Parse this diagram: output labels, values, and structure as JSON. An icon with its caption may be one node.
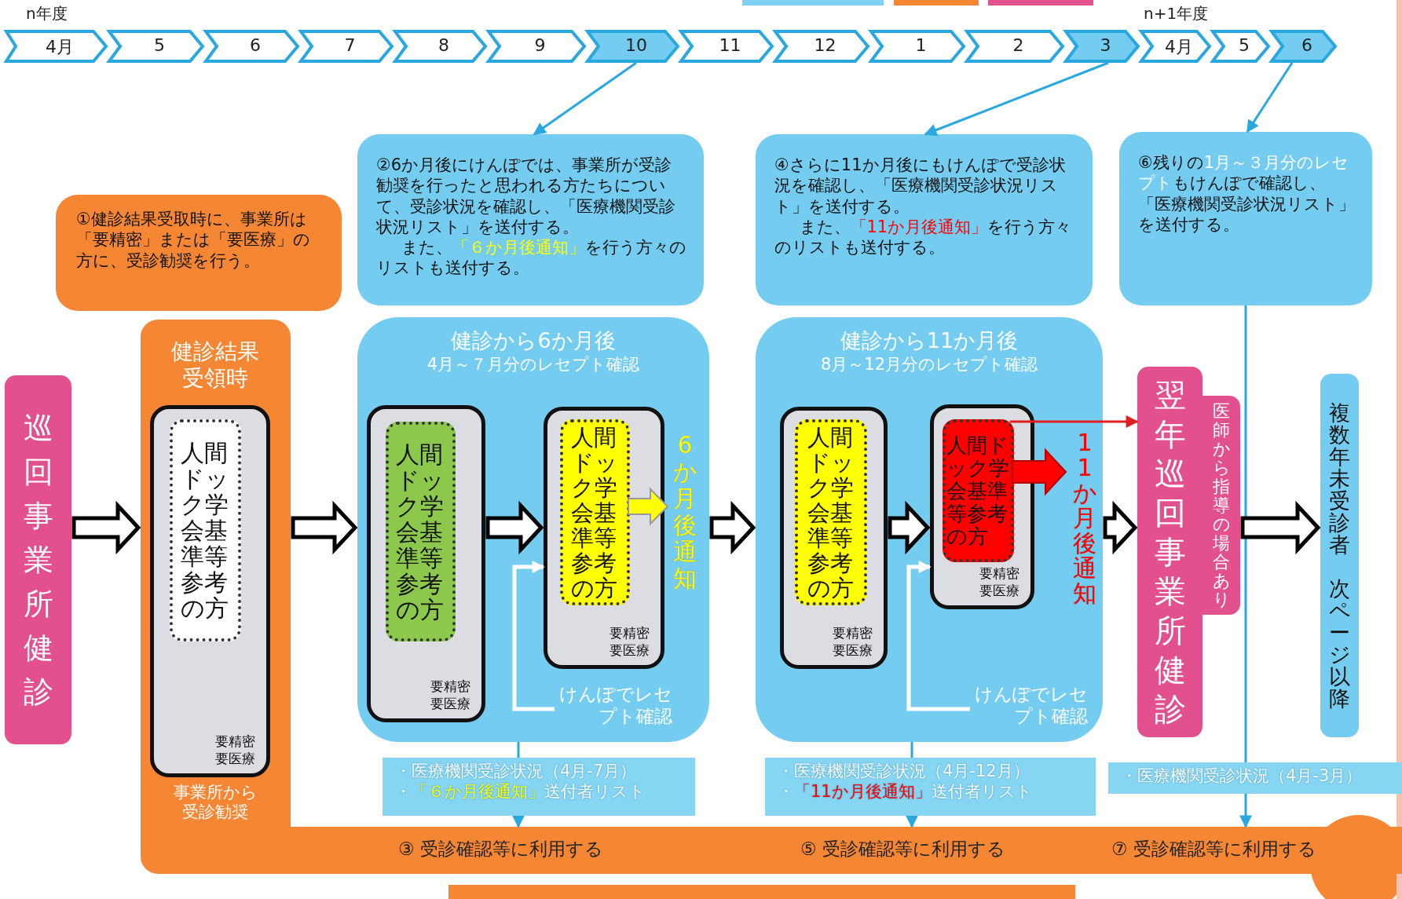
{
  "diagram": {
    "nodes": [
      {
        "text": [
          "4月"
        ]
      },
      {
        "text": [
          "5"
        ]
      },
      {
        "text": [
          "6"
        ]
      },
      {
        "text": [
          "7"
        ]
      },
      {
        "text": [
          "8"
        ]
      },
      {
        "text": [
          "9"
        ]
      },
      {
        "text": [
          "10"
        ]
      },
      {
        "text": [
          "11"
        ]
      },
      {
        "text": [
          "12"
        ]
      },
      {
        "text": [
          "1"
        ]
      },
      {
        "text": [
          "2"
        ]
      },
      {
        "text": [
          "3"
        ]
      },
      {
        "text": [
          "4月"
        ]
      },
      {
        "text": [
          "5"
        ]
      },
      {
        "text": [
          "6"
        ]
      },
      {
        "text": [
          "①健診結果受取時に、事業所は「要精密」または「要医療」の方に、受診勧奨を行う。"
        ]
      },
      {
        "text": [
          "②6か月後にけんぽでは、事業所が受診勧奨を行ったと思われる方たちについて、受診状況を確認し、「医療機関受診状況リスト」を送付する。",
          "また、",
          "「６か月後通知」",
          "を行う方々のリストも送付する。"
        ]
      },
      {
        "text": [
          "④さらに11か月後にもけんぽで受診状況を確認し、「医療機関受診状況リスト」を送付する。",
          "また、",
          "「11か月後通知」",
          "を行う方々のリストも送付する。"
        ]
      },
      {
        "text": [
          "⑥残りの",
          "1月～３月分のレセプト",
          "もけんぽで確認し、「医療機関受診状況リスト」を送付する。"
        ]
      },
      {
        "text": [
          "巡回事業所健診"
        ]
      },
      {
        "text": [
          "健診結果受領時",
          "事業所から受診勧奨"
        ]
      },
      {
        "text": [
          "要精密要医療"
        ],
        "in": 20
      },
      {
        "text": [
          "人間ドック学会基準等参考の方"
        ],
        "in": 21
      },
      {
        "text": [
          "健診から6か月後",
          "4月～７月分のレセプト確認"
        ]
      },
      {
        "text": [
          "要精密要医療"
        ],
        "in": 23
      },
      {
        "text": [
          "人間ドック学会基準等参考の方"
        ],
        "in": 24
      },
      {
        "text": [
          "要精密要医療"
        ],
        "in": 23
      },
      {
        "text": [
          "人間ドック学会基準等参考の方"
        ],
        "in": 26
      },
      {
        "text": [
          "6か月後通知"
        ],
        "in": 23
      },
      {
        "text": [
          "けんぽでレセプト確認"
        ],
        "in": 23
      },
      {
        "text": [
          "健診から11か月後",
          "8月～12月分のレセプト確認"
        ]
      },
      {
        "text": [
          "要精密要医療"
        ],
        "in": 30
      },
      {
        "text": [
          "人間ドック学会基準等参考の方"
        ],
        "in": 31
      },
      {
        "text": [
          "要精密要医療"
        ],
        "in": 30
      },
      {
        "text": [
          "人間ドック学会基準等参考の方"
        ],
        "in": 33
      },
      {
        "text": [
          "11か月後通知"
        ],
        "in": 30
      },
      {
        "text": [
          "けんぽでレセプト確認"
        ],
        "in": 30
      },
      {
        "text": [
          "翌年巡回事業所健診"
        ]
      },
      {
        "text": [
          "医師から指導の場合あり"
        ]
      },
      {
        "text": [
          "複数年未受診者",
          "次ページ以降"
        ]
      },
      {
        "text": [
          "・医療機関受診状況（4月-7月）",
          "・",
          "「６か月後通知」",
          "送付者リスト"
        ]
      },
      {
        "text": [
          "・医療機関受診状況（4月-12月）",
          "・",
          "「11か月後通知」",
          "送付者リスト"
        ]
      },
      {
        "text": [
          "・医療機関受診状況（4月-3月）"
        ]
      },
      {
        "text": [
          "③ 受診確認等に利用する",
          "⑤ 受診確認等に利用する",
          "⑦ 受診確認等に利用する"
        ]
      }
    ],
    "edges": [
      {
        "from": 6,
        "to": 16,
        "arrow": "to",
        "color": "#29a8e0"
      },
      {
        "from": 11,
        "to": 17,
        "arrow": "to",
        "color": "#29a8e0"
      },
      {
        "from": 14,
        "to": 18,
        "arrow": "to",
        "color": "#29a8e0"
      },
      {
        "from": 19,
        "to": 20,
        "arrow": "to",
        "style": "thick"
      },
      {
        "from": 20,
        "to": 23,
        "arrow": "to",
        "style": "thick"
      },
      {
        "from": 24,
        "to": 26,
        "arrow": "to",
        "style": "thick"
      },
      {
        "from": 27,
        "to": 28,
        "arrow": "to",
        "style": "thick",
        "color": "#ffff00"
      },
      {
        "from": 29,
        "to": 26,
        "arrow": "to",
        "color": "#ffffff"
      },
      {
        "from": 23,
        "to": 40,
        "arrow": "none",
        "color": "#29a8e0"
      },
      {
        "from": 23,
        "to": 30,
        "arrow": "to",
        "style": "thick"
      },
      {
        "from": 31,
        "to": 33,
        "arrow": "to",
        "style": "thick"
      },
      {
        "from": 34,
        "to": 35,
        "arrow": "to",
        "style": "thick",
        "color": "#ff0000"
      },
      {
        "from": 34,
        "to": 37,
        "arrow": "to",
        "color": "#e02020"
      },
      {
        "from": 36,
        "to": 33,
        "arrow": "to",
        "color": "#ffffff"
      },
      {
        "from": 30,
        "to": 41,
        "arrow": "none",
        "color": "#29a8e0"
      },
      {
        "from": 30,
        "to": 37,
        "arrow": "to",
        "style": "thick"
      },
      {
        "from": 18,
        "to": 42,
        "arrow": "none",
        "color": "#29a8e0"
      },
      {
        "from": 38,
        "to": 39,
        "arrow": "to",
        "style": "thick"
      },
      {
        "from": 40,
        "to": 43,
        "arrow": "to",
        "color": "#29a8e0"
      },
      {
        "from": 41,
        "to": 43,
        "arrow": "to",
        "color": "#29a8e0"
      },
      {
        "from": 42,
        "to": 43,
        "arrow": "to",
        "color": "#29a8e0"
      }
    ],
    "labels": [
      "n年度",
      "n+1年度"
    ]
  }
}
